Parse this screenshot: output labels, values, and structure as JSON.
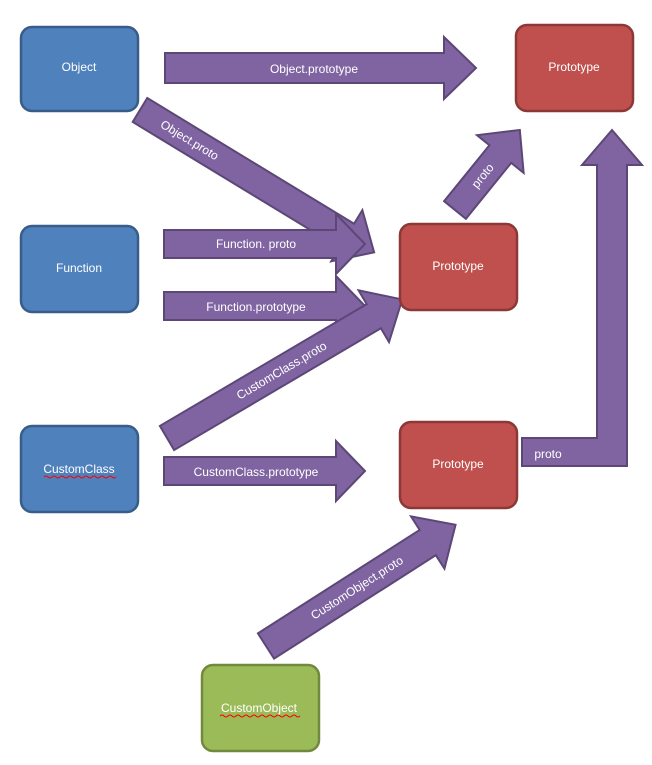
{
  "colors": {
    "object_box": "#4F81BD",
    "object_box_stroke": "#385D8A",
    "prototype_box": "#C0504D",
    "prototype_box_stroke": "#8C3836",
    "custom_object_box": "#9BBB59",
    "custom_object_box_stroke": "#71893F",
    "arrow_fill": "#8064A2",
    "arrow_stroke": "#5C4776",
    "spellcheck_underline": "#FF0000"
  },
  "nodes": {
    "object": "Object",
    "function": "Function",
    "custom_class": "CustomClass",
    "custom_object": "CustomObject",
    "prototype_top": "Prototype",
    "prototype_middle": "Prototype",
    "prototype_bottom": "Prototype"
  },
  "edges": {
    "object_prototype": "Object.prototype",
    "object_proto": "Object.proto",
    "function_proto": "Function. proto",
    "function_prototype": "Function.prototype",
    "customclass_proto": "CustomClass.proto",
    "customclass_prototype": "CustomClass.prototype",
    "customobject_proto": "CustomObject.proto",
    "middle_proto": "proto",
    "bottom_proto": "proto"
  }
}
